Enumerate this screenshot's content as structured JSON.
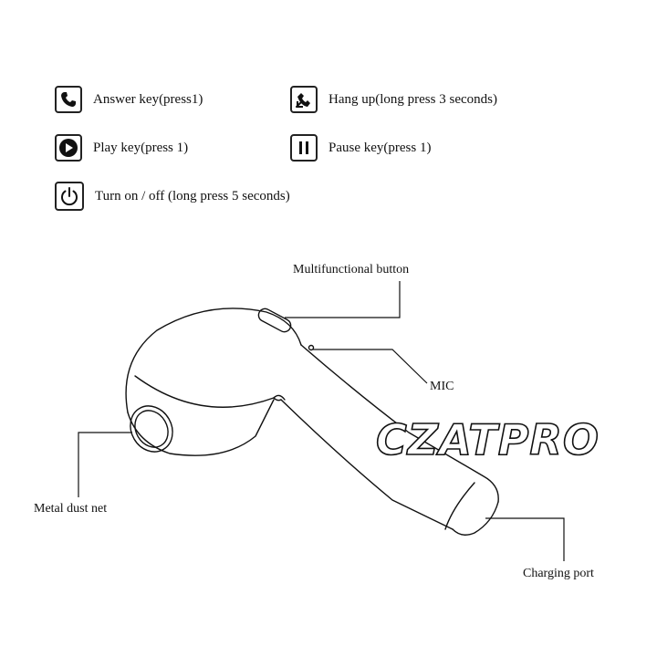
{
  "keys": [
    {
      "icon": "phone-answer-icon",
      "label": "Answer key(press1)"
    },
    {
      "icon": "phone-hangup-icon",
      "label": "Hang up(long press 3 seconds)"
    },
    {
      "icon": "play-icon",
      "label": "Play key(press 1)"
    },
    {
      "icon": "pause-icon",
      "label": "Pause key(press 1)"
    },
    {
      "icon": "power-icon",
      "label": "Turn on / off (long press 5 seconds)"
    }
  ],
  "callouts": {
    "multifunctional": "Multifunctional button",
    "mic": "MIC",
    "dust_net": "Metal dust net",
    "charging": "Charging port"
  },
  "watermark": {
    "text": "CZATPRO"
  }
}
